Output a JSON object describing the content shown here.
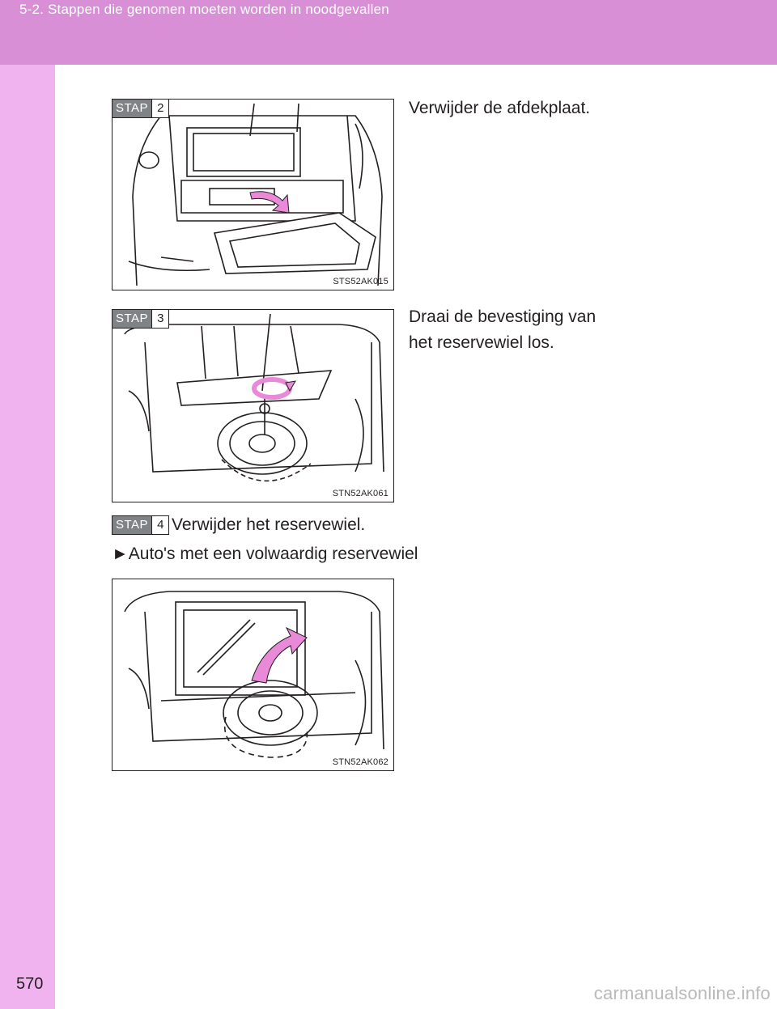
{
  "header": {
    "title": "5-2. Stappen die genomen moeten worden in noodgevallen"
  },
  "page": {
    "number": "570"
  },
  "steps": [
    {
      "label": "STAP",
      "number": "2",
      "text": "Verwijder de afdekplaat.",
      "figure_code": "STS52AK015"
    },
    {
      "label": "STAP",
      "number": "3",
      "text_line1": "Draai de bevestiging van",
      "text_line2": "het reservewiel los.",
      "figure_code": "STN52AK061"
    },
    {
      "label": "STAP",
      "number": "4",
      "text": "Verwijder het reservewiel.",
      "figure_code": "STN52AK062"
    }
  ],
  "bullet": {
    "marker": "►",
    "text": "Auto's met een volwaardig reservewiel"
  },
  "watermark": "carmanualsonline.info",
  "colors": {
    "header": "#d98fd6",
    "sidebar": "#f0b3f0",
    "step_label": "#7f8385",
    "arrow": "#e88ad8"
  }
}
